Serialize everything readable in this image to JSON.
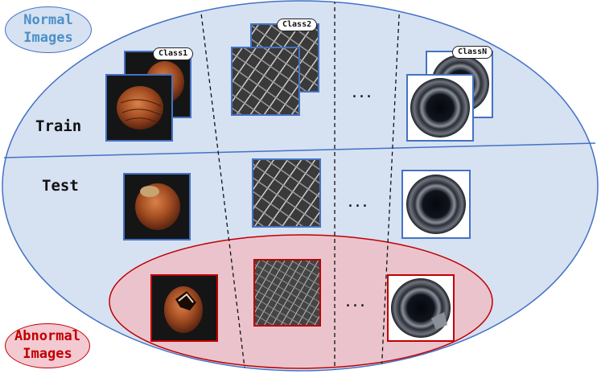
{
  "legend": {
    "normal_line1": "Normal",
    "normal_line2": "Images",
    "abnormal_line1": "Abnormal",
    "abnormal_line2": "Images"
  },
  "rows": {
    "train": "Train",
    "test": "Test"
  },
  "classes": [
    "Class1",
    "Class2",
    "ClassN"
  ],
  "ellipsis": "...",
  "colors": {
    "normal_fill": "#d6e1f2",
    "normal_stroke": "#4472c4",
    "abnormal_fill": "#ebc3cd",
    "abnormal_stroke": "#c00000",
    "normal_text": "#4a90c8",
    "abnormal_text": "#c00000"
  },
  "icons": {
    "class1": "hazelnut-image",
    "class2": "metal-grid-image",
    "classN": "bottle-image"
  }
}
